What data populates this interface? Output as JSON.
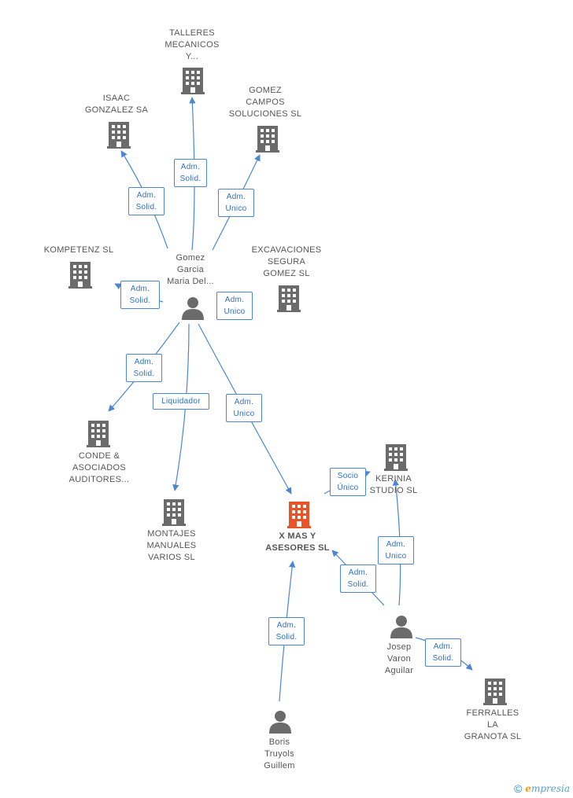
{
  "colors": {
    "edge": "#4a86d4",
    "company": "#6b6b6b",
    "company_main": "#e8542a",
    "person": "#6b6b6b"
  },
  "nodes": [
    {
      "id": "talleres",
      "type": "company",
      "label": "TALLERES\nMECANICOS\nY..."
    },
    {
      "id": "isaac",
      "type": "company",
      "label": "ISAAC\nGONZALEZ SA"
    },
    {
      "id": "gomezcampos",
      "type": "company",
      "label": "GOMEZ\nCAMPOS\nSOLUCIONES SL"
    },
    {
      "id": "kompetenz",
      "type": "company",
      "label": "KOMPETENZ  SL"
    },
    {
      "id": "gomezgarcia",
      "type": "person",
      "label": "Gomez\nGarcia\nMaria Del..."
    },
    {
      "id": "excavaciones",
      "type": "company",
      "label": "EXCAVACIONES\nSEGURA\nGOMEZ SL"
    },
    {
      "id": "conde",
      "type": "company",
      "label": "CONDE &\nASOCIADOS\nAUDITORES..."
    },
    {
      "id": "montajes",
      "type": "company",
      "label": "MONTAJES\nMANUALES\nVARIOS SL"
    },
    {
      "id": "xmas",
      "type": "company_main",
      "label": "X MAS Y\nASESORES SL"
    },
    {
      "id": "kerinia",
      "type": "company",
      "label": "KERINIA\nSTUDIO SL"
    },
    {
      "id": "josep",
      "type": "person",
      "label": "Josep\nVaron\nAguilar"
    },
    {
      "id": "boris",
      "type": "person",
      "label": "Boris\nTruyols\nGuillem"
    },
    {
      "id": "ferralles",
      "type": "company",
      "label": "FERRALLES\nLA\nGRANOTA  SL"
    }
  ],
  "edges": [
    {
      "from": "gomezgarcia",
      "to": "talleres",
      "label": "Adm.\nSolid."
    },
    {
      "from": "gomezgarcia",
      "to": "isaac",
      "label": "Adm.\nSolid."
    },
    {
      "from": "gomezgarcia",
      "to": "gomezcampos",
      "label": "Adm.\nUnico"
    },
    {
      "from": "gomezgarcia",
      "to": "kompetenz",
      "label": "Adm.\nSolid."
    },
    {
      "from": "gomezgarcia",
      "to": "excavaciones",
      "label": "Adm.\nUnico"
    },
    {
      "from": "gomezgarcia",
      "to": "conde",
      "label": "Adm.\nSolid."
    },
    {
      "from": "gomezgarcia",
      "to": "montajes",
      "label": "Liquidador"
    },
    {
      "from": "gomezgarcia",
      "to": "xmas",
      "label": "Adm.\nUnico"
    },
    {
      "from": "xmas",
      "to": "kerinia",
      "label": "Socio\nÚnico"
    },
    {
      "from": "josep",
      "to": "kerinia",
      "label": "Adm.\nUnico"
    },
    {
      "from": "josep",
      "to": "xmas",
      "label": "Adm.\nSolid."
    },
    {
      "from": "josep",
      "to": "ferralles",
      "label": "Adm.\nSolid."
    },
    {
      "from": "boris",
      "to": "xmas",
      "label": "Adm.\nSolid."
    }
  ],
  "footer": {
    "copyright": "©",
    "brand_initial": "e",
    "brand_rest": "mpresia"
  }
}
